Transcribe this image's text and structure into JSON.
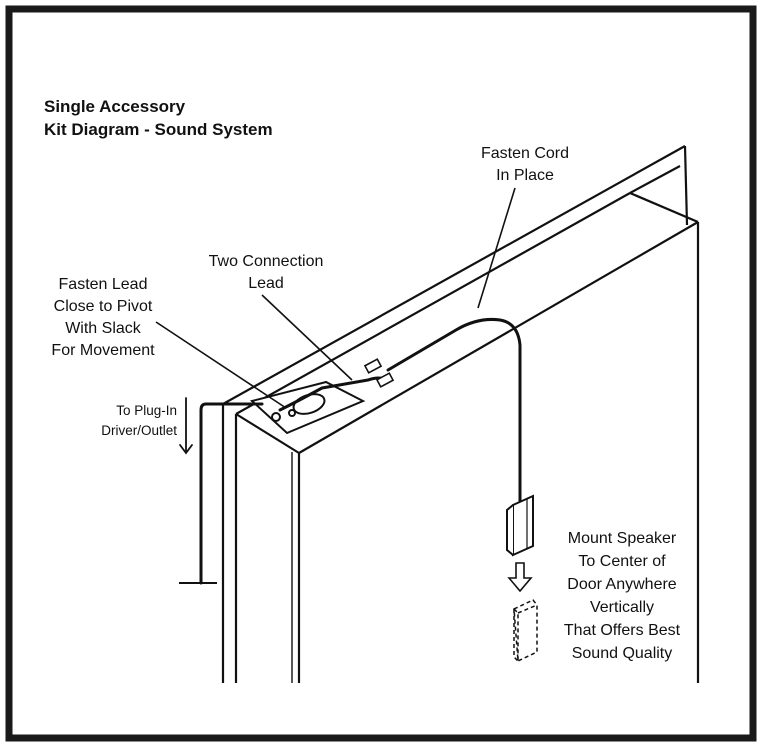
{
  "title": {
    "line1": "Single Accessory",
    "line2": "Kit Diagram - Sound System"
  },
  "callouts": {
    "fasten_cord": [
      "Fasten Cord",
      "In Place"
    ],
    "two_connection": [
      "Two Connection",
      "Lead"
    ],
    "fasten_lead": [
      "Fasten Lead",
      "Close to Pivot",
      "With Slack",
      "For Movement"
    ],
    "plug_in": [
      "To Plug-In",
      "Driver/Outlet"
    ],
    "mount_speaker": [
      "Mount Speaker",
      "To Center of",
      "Door Anywhere",
      "Vertically",
      "That Offers Best",
      "Sound Quality"
    ]
  },
  "icons": {
    "arrow_down": "arrow-down-icon",
    "hollow_arrow_down": "hollow-arrow-down-icon"
  },
  "colors": {
    "line": "#111111",
    "background": "#ffffff",
    "border": "#1a1a1a"
  }
}
